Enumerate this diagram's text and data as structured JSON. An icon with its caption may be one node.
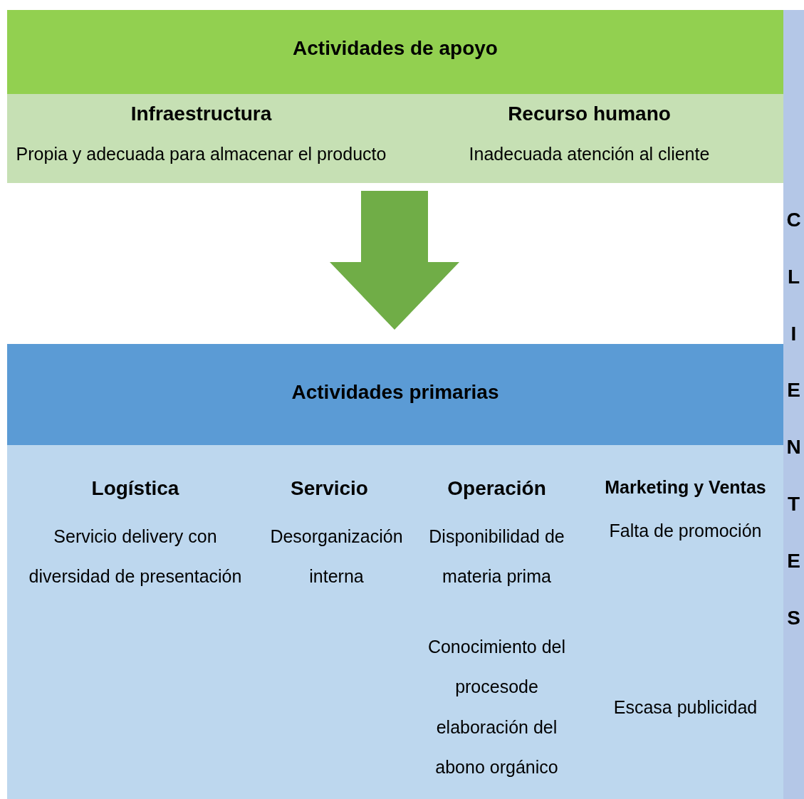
{
  "diagram": {
    "nodes": [
      {
        "text": [
          "Actividades de apoyo"
        ]
      },
      {
        "text": [
          "Infraestructura",
          "Propia y adecuada para almacenar el producto",
          "Recurso humano",
          "Inadecuada atención al cliente"
        ]
      },
      {
        "text": [
          "Actividades primarias"
        ]
      },
      {
        "text": [
          "Logística",
          "Servicio delivery con diversidad de presentación",
          "Servicio",
          "Desorganización interna",
          "Operación",
          "Disponibilidad de materia prima",
          "Conocimiento del procesode elaboración del abono orgánico",
          "Marketing y Ventas",
          "Falta de promoción",
          "Escasa publicidad"
        ]
      },
      {
        "text": [
          "CLIENTES"
        ]
      }
    ],
    "edges": [
      {
        "from": 1,
        "to": 2,
        "arrow": "to",
        "style": "thick",
        "color": "#70ad47"
      }
    ]
  }
}
